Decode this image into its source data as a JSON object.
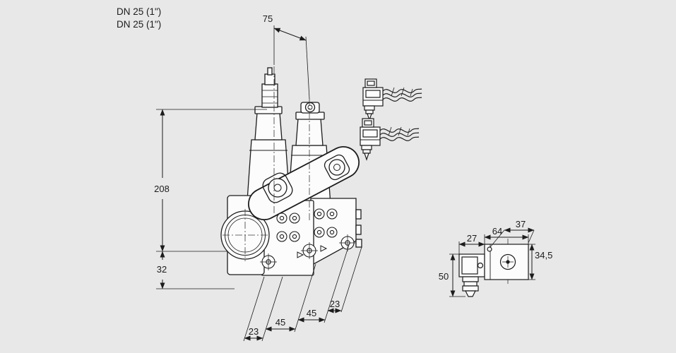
{
  "page": {
    "background": "#e8e8e8",
    "ink": "#1c1c1c",
    "shape_fill": "#fcfcfc"
  },
  "header": {
    "dn_label_1": "DN 25 (1\")",
    "dn_label_2": "DN 25 (1\")"
  },
  "main_view": {
    "dim_top_width": "75",
    "dim_height": "208",
    "dim_flange_offset": "32",
    "dim_bottom": [
      "23",
      "45",
      "45",
      "23"
    ]
  },
  "detail_view": {
    "dim_width_connector": "27",
    "dim_width_body": "64",
    "dim_depth": "37",
    "dim_height_body": "34,5",
    "dim_height_total": "50"
  },
  "icons": {
    "drawing": "valve-technical-drawing",
    "connectors": "cable-plug-with-wires-icon",
    "test_points": "crosshair-port-icon",
    "flow_marks": "flow-triangle-icon"
  }
}
